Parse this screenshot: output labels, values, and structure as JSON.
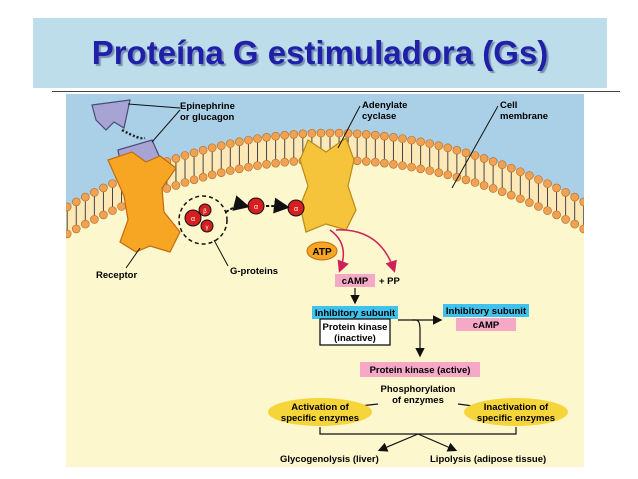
{
  "title": "Proteína G estimuladora (Gs)",
  "labels": {
    "ligand": "Epinephrine\nor glucagon",
    "adenylate_cyclase": "Adenylate\ncyclase",
    "cell_membrane": "Cell\nmembrane",
    "receptor": "Receptor",
    "g_proteins": "G-proteins",
    "atp": "ATP",
    "camp": "cAMP",
    "pp": "+ PP",
    "inhibitory_subunit_left": "Inhibitory subunit",
    "protein_kinase_inactive": "Protein kinase\n(inactive)",
    "inhibitory_subunit_right": "Inhibitory subunit",
    "camp_right": "cAMP",
    "protein_kinase_active": "Protein kinase (active)",
    "phosphorylation": "Phosphorylation\nof enzymes",
    "activation": "Activation of\nspecific enzymes",
    "inactivation": "Inactivation of\nspecific enzymes",
    "glycogenolysis": "Glycogenolysis (liver)",
    "lipolysis": "Lipolysis (adipose tissue)",
    "g_alpha": "α",
    "g_beta": "β",
    "g_gamma": "γ"
  },
  "colors": {
    "title_bg": "#bcdde9",
    "title_text": "#1f1fa8",
    "extracellular": "#a9d0e6",
    "cytoplasm": "#fdf7cd",
    "membrane_head": "#f0a252",
    "receptor": "#f6a623",
    "cyclase": "#f5c43a",
    "g_protein": "#d81f1f",
    "ligand": "#a7a3d3",
    "pink_box": "#f5a9c6",
    "blue_box": "#3fc3ee",
    "yellow_oval": "#f6d53a"
  }
}
